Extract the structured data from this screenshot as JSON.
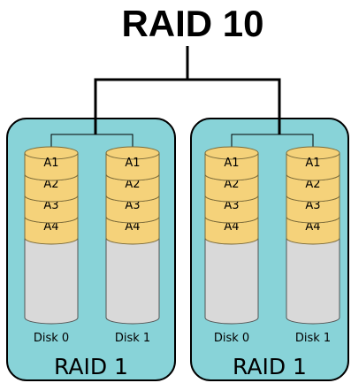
{
  "title": "RAID 10",
  "colors": {
    "group_fill": "#88d3d8",
    "group_stroke": "#000000",
    "block_fill": "#f5d27a",
    "block_stroke": "#7a6a3a",
    "empty_fill": "#d9d9d9",
    "empty_stroke": "#555555",
    "line": "#000000"
  },
  "groups": [
    {
      "label": "RAID 1",
      "disks": [
        {
          "label": "Disk 0",
          "blocks": [
            "A1",
            "A2",
            "A3",
            "A4"
          ]
        },
        {
          "label": "Disk 1",
          "blocks": [
            "A1",
            "A2",
            "A3",
            "A4"
          ]
        }
      ]
    },
    {
      "label": "RAID 1",
      "disks": [
        {
          "label": "Disk 0",
          "blocks": [
            "A1",
            "A2",
            "A3",
            "A4"
          ]
        },
        {
          "label": "Disk 1",
          "blocks": [
            "A1",
            "A2",
            "A3",
            "A4"
          ]
        }
      ]
    }
  ]
}
